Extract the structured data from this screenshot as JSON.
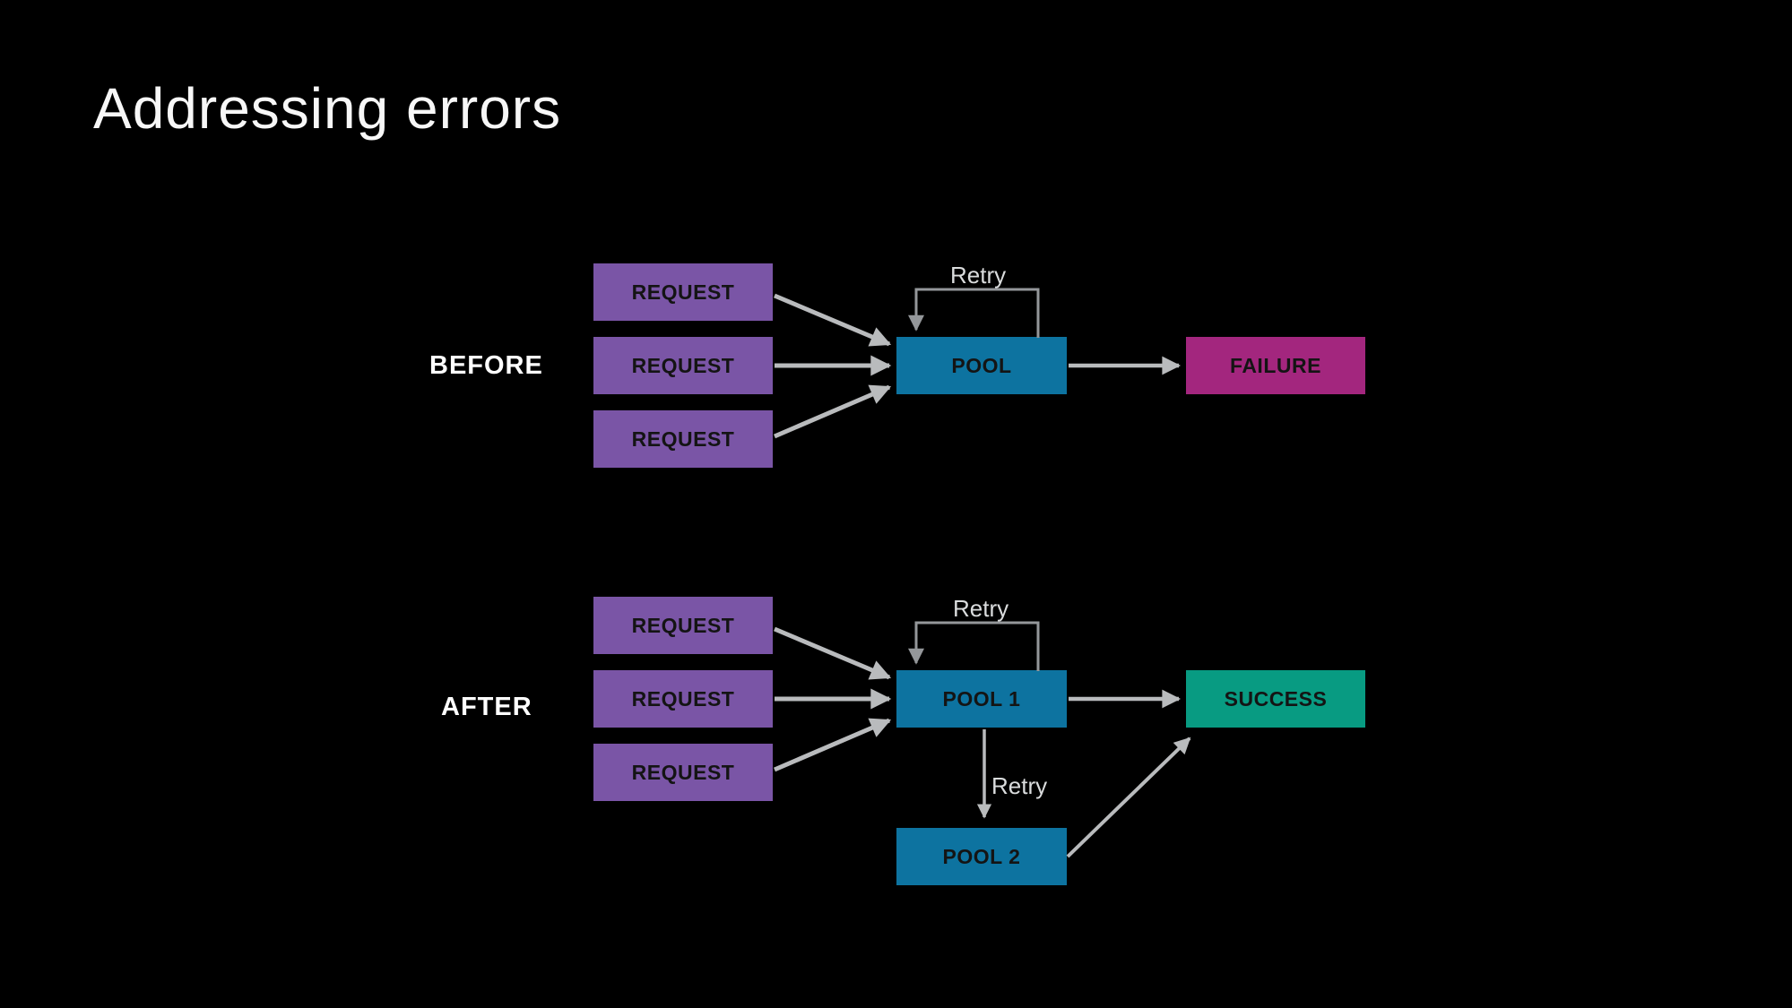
{
  "title": "Addressing errors",
  "colors": {
    "bg": "#000000",
    "request": "#7A55A6",
    "pool": "#0D73A0",
    "failure": "#A3267E",
    "success": "#089B82",
    "arrow": "#B9BBBD",
    "retryline": "#94979A",
    "titletext": "#F7F7F7",
    "labeltext": "#FFFFFF",
    "boxtext": "#141414",
    "retrytext": "#DADCDD"
  },
  "before": {
    "label": "BEFORE",
    "requests": [
      "REQUEST",
      "REQUEST",
      "REQUEST"
    ],
    "pool_label": "POOL",
    "failure_label": "FAILURE",
    "retry_label": "Retry"
  },
  "after": {
    "label": "AFTER",
    "requests": [
      "REQUEST",
      "REQUEST",
      "REQUEST"
    ],
    "pool1_label": "POOL 1",
    "pool2_label": "POOL 2",
    "success_label": "SUCCESS",
    "retry_loop_label": "Retry",
    "retry_down_label": "Retry"
  }
}
